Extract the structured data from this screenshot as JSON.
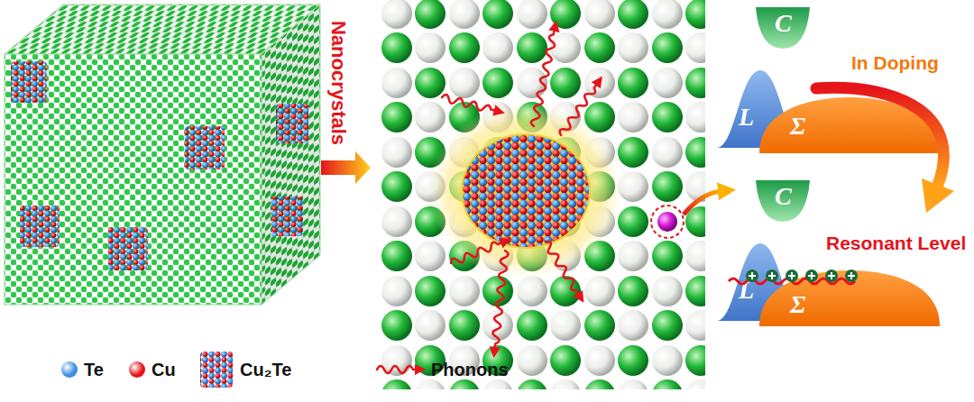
{
  "diagram": {
    "nodes": [
      {
        "text": [
          "C"
        ]
      },
      {
        "text": [
          "L"
        ]
      },
      {
        "text": [
          "Σ"
        ]
      },
      {
        "text": [
          "C"
        ]
      },
      {
        "text": [
          "L"
        ]
      },
      {
        "text": [
          "Σ"
        ]
      }
    ],
    "labels": [
      "Nanocrystals",
      "In Doping",
      "Resonant Level"
    ],
    "legend": [
      {
        "text": "Te",
        "color": "#3b8fe0"
      },
      {
        "text": "Cu",
        "color": "#e5141b"
      },
      {
        "text": "Cu₂Te"
      },
      {
        "text": "Phonons"
      }
    ]
  }
}
